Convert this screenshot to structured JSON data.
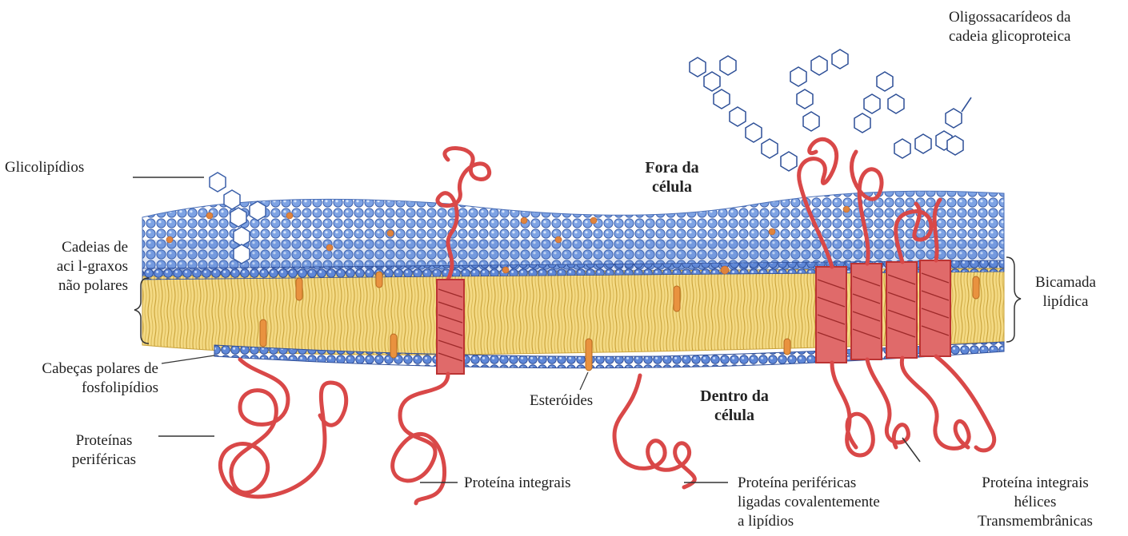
{
  "labels": {
    "glicolipidios": "Glicolipídios",
    "cadeias": [
      "Cadeias de",
      "aci l-graxos",
      "não polares"
    ],
    "cabecas": [
      "Cabeças polares de",
      "fosfolipídios"
    ],
    "perifericas": [
      "Proteínas",
      "periféricas"
    ],
    "integrais": "Proteína integrais",
    "esteroides": "Esteróides",
    "fora": [
      "Fora da",
      "célula"
    ],
    "dentro": [
      "Dentro da",
      "célula"
    ],
    "oligossacarideos": [
      "Oligossacarídeos da",
      "cadeia glicoproteica"
    ],
    "bicamada": [
      "Bicamada",
      "lipídica"
    ],
    "lig_covalente": [
      "Proteína periféricas",
      "ligadas covalentemente",
      "a lipídios"
    ],
    "helices": [
      "Proteína integrais",
      "hélices",
      "Transmembrânicas"
    ]
  },
  "colors": {
    "outer_leaflet": "#8fb3e8",
    "head_blue": "#5b86d6",
    "tail_yellow": "#f3d678",
    "protein_red": "#dc4d4d",
    "sterol_orange": "#e9923f",
    "sugar_blue": "#3b5fa8"
  }
}
